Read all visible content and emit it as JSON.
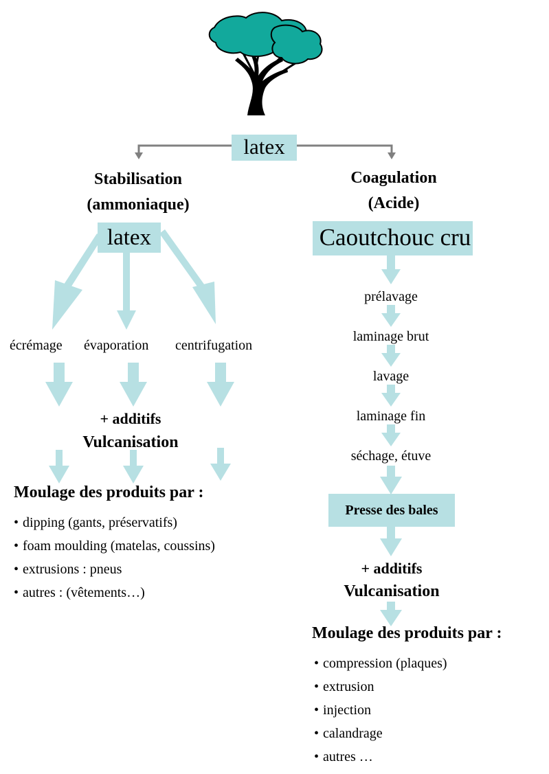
{
  "colors": {
    "box": "#b7e0e3",
    "arrow_light": "#b7e0e3",
    "arrow_grey": "#808080",
    "tree_canopy": "#12a99c",
    "tree_trunk": "#000000"
  },
  "icons": {
    "tree": "tree-icon"
  },
  "top": {
    "latex_label": "latex"
  },
  "left": {
    "heading_line1": "Stabilisation",
    "heading_line2": "(ammoniaque)",
    "latex_label": "latex",
    "processes": [
      "écrémage",
      "évaporation",
      "centrifugation"
    ],
    "additives_line1": "+ additifs",
    "additives_line2": "Vulcanisation",
    "moulding_title": "Moulage des produits par :",
    "bullet": "•",
    "moulding_items": [
      "dipping (gants, préservatifs)",
      "foam moulding (matelas, coussins)",
      "extrusions : pneus",
      "autres : (vêtements…)"
    ]
  },
  "right": {
    "heading_line1": "Coagulation",
    "heading_line2": "(Acide)",
    "raw_rubber_label": "Caoutchouc cru",
    "steps": [
      "prélavage",
      "laminage brut",
      "lavage",
      "laminage fin",
      "séchage, étuve"
    ],
    "press_label": "Presse des bales",
    "additives_line1": "+ additifs",
    "additives_line2": "Vulcanisation",
    "moulding_title": "Moulage des produits par :",
    "bullet": "•",
    "moulding_items": [
      "compression (plaques)",
      "extrusion",
      "injection",
      "calandrage",
      "autres …"
    ]
  }
}
